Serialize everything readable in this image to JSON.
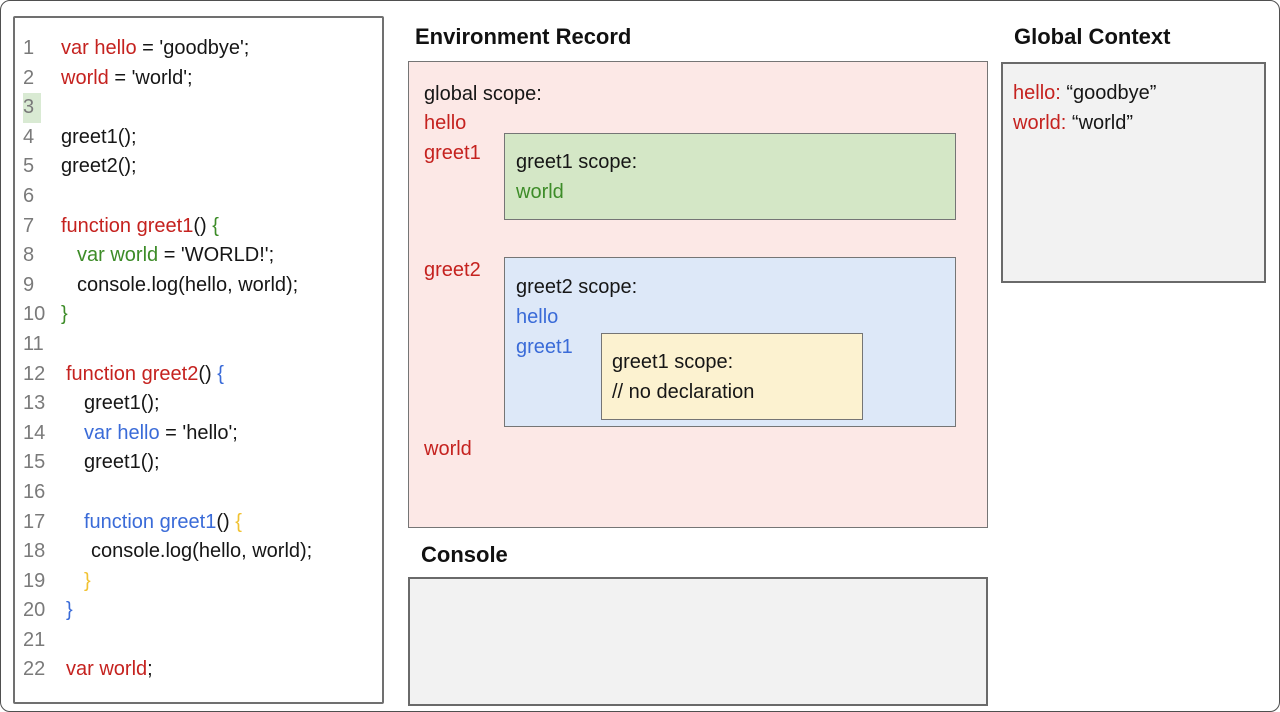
{
  "colors": {
    "black": "#161616",
    "red": "#c5221f",
    "green": "#3d8c28",
    "blue": "#3a6bd8",
    "yellow": "#f1c232",
    "gray": "#7a7a7a",
    "pink_bg": "#fce8e6",
    "green_bg": "#d4e7c6",
    "blue_bg": "#dde8f8",
    "yellow_bg": "#fcf2d0",
    "panel_bg": "#f2f2f2",
    "hl_bg": "#d9ead3"
  },
  "code_panel": {
    "lines": [
      {
        "num": "1",
        "highlight": false,
        "indent": 0,
        "segments": [
          {
            "c": "r",
            "t": "var hello"
          },
          {
            "c": "k",
            "t": " = 'goodbye';"
          }
        ]
      },
      {
        "num": "2",
        "highlight": false,
        "indent": 0,
        "segments": [
          {
            "c": "r",
            "t": "world"
          },
          {
            "c": "k",
            "t": " = 'world';"
          }
        ]
      },
      {
        "num": "3",
        "highlight": true,
        "indent": 0,
        "segments": []
      },
      {
        "num": "4",
        "highlight": false,
        "indent": 0,
        "segments": [
          {
            "c": "k",
            "t": "greet1();"
          }
        ]
      },
      {
        "num": "5",
        "highlight": false,
        "indent": 0,
        "segments": [
          {
            "c": "k",
            "t": "greet2();"
          }
        ]
      },
      {
        "num": "6",
        "highlight": false,
        "indent": 0,
        "segments": []
      },
      {
        "num": "7",
        "highlight": false,
        "indent": 0,
        "segments": [
          {
            "c": "r",
            "t": "function greet1"
          },
          {
            "c": "k",
            "t": "() "
          },
          {
            "c": "g",
            "t": "{"
          }
        ]
      },
      {
        "num": "8",
        "highlight": false,
        "indent": 16,
        "segments": [
          {
            "c": "g",
            "t": "var world"
          },
          {
            "c": "k",
            "t": " = 'WORLD!';"
          }
        ]
      },
      {
        "num": "9",
        "highlight": false,
        "indent": 16,
        "segments": [
          {
            "c": "k",
            "t": "console.log(hello, world);"
          }
        ]
      },
      {
        "num": "10",
        "highlight": false,
        "indent": 0,
        "segments": [
          {
            "c": "g",
            "t": "}"
          }
        ]
      },
      {
        "num": "11",
        "highlight": false,
        "indent": 0,
        "segments": []
      },
      {
        "num": "12",
        "highlight": false,
        "indent": 5,
        "segments": [
          {
            "c": "r",
            "t": "function greet2"
          },
          {
            "c": "k",
            "t": "() "
          },
          {
            "c": "b",
            "t": "{"
          }
        ]
      },
      {
        "num": "13",
        "highlight": false,
        "indent": 23,
        "segments": [
          {
            "c": "k",
            "t": "greet1();"
          }
        ]
      },
      {
        "num": "14",
        "highlight": false,
        "indent": 23,
        "segments": [
          {
            "c": "b",
            "t": "var hello"
          },
          {
            "c": "k",
            "t": " = 'hello';"
          }
        ]
      },
      {
        "num": "15",
        "highlight": false,
        "indent": 23,
        "segments": [
          {
            "c": "k",
            "t": "greet1();"
          }
        ]
      },
      {
        "num": "16",
        "highlight": false,
        "indent": 0,
        "segments": []
      },
      {
        "num": "17",
        "highlight": false,
        "indent": 23,
        "segments": [
          {
            "c": "b",
            "t": "function greet1"
          },
          {
            "c": "k",
            "t": "() "
          },
          {
            "c": "y",
            "t": "{"
          }
        ]
      },
      {
        "num": "18",
        "highlight": false,
        "indent": 30,
        "segments": [
          {
            "c": "k",
            "t": "console.log(hello, world);"
          }
        ]
      },
      {
        "num": "19",
        "highlight": false,
        "indent": 23,
        "segments": [
          {
            "c": "y",
            "t": "}"
          }
        ]
      },
      {
        "num": "20",
        "highlight": false,
        "indent": 5,
        "segments": [
          {
            "c": "b",
            "t": "}"
          }
        ]
      },
      {
        "num": "21",
        "highlight": false,
        "indent": 0,
        "segments": []
      },
      {
        "num": "22",
        "highlight": false,
        "indent": 5,
        "segments": [
          {
            "c": "r",
            "t": "var world"
          },
          {
            "c": "k",
            "t": ";"
          }
        ]
      }
    ]
  },
  "environment_record": {
    "title": "Environment Record",
    "global_scope_label": "global scope:",
    "global_vars": [
      "hello",
      "greet1",
      "greet2",
      "world"
    ],
    "greet1_scope": {
      "label": "greet1 scope:",
      "vars": [
        "world"
      ]
    },
    "greet2_scope": {
      "label": "greet2 scope:",
      "vars": [
        "hello",
        "greet1"
      ]
    },
    "greet1_inner_scope": {
      "label": "greet1 scope:",
      "comment": "// no declaration"
    }
  },
  "console": {
    "title": "Console"
  },
  "global_context": {
    "title": "Global Context",
    "entries": [
      {
        "name": "hello:",
        "value": "“goodbye”"
      },
      {
        "name": "world:",
        "value": "“world”"
      }
    ]
  }
}
